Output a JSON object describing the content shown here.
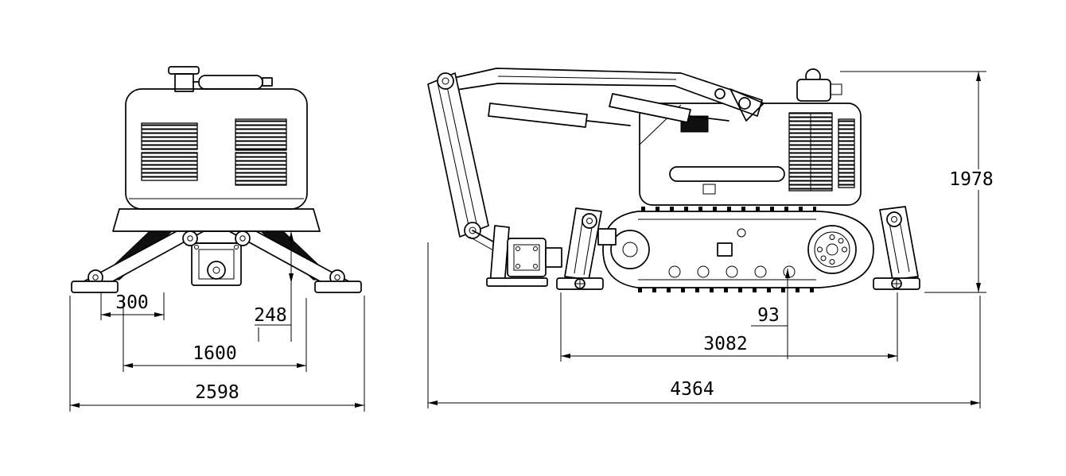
{
  "drawing": {
    "front_view": {
      "dim_300": "300",
      "dim_248": "248",
      "dim_1600": "1600",
      "dim_2598": "2598"
    },
    "side_view": {
      "dim_1978": "1978",
      "dim_93": "93",
      "dim_3082": "3082",
      "dim_4364": "4364"
    },
    "line_color": "#000000",
    "background_color": "#ffffff"
  }
}
